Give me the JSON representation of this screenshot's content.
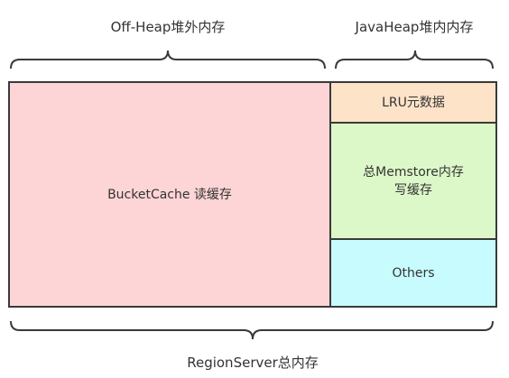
{
  "labels": {
    "off_heap": "Off-Heap堆外内存",
    "java_heap": "JavaHeap堆内内存",
    "region_server": "RegionServer总内存"
  },
  "blocks": {
    "bucket_cache": "BucketCache 读缓存",
    "lru": "LRU元数据",
    "memstore_line1": "总Memstore内存",
    "memstore_line2": "写缓存",
    "others": "Others"
  },
  "colors": {
    "bucket_cache": "#fdd5d6",
    "lru": "#fde3c8",
    "memstore": "#dcf8c8",
    "others": "#c8fbfd",
    "outline": "#3a3a3a"
  }
}
